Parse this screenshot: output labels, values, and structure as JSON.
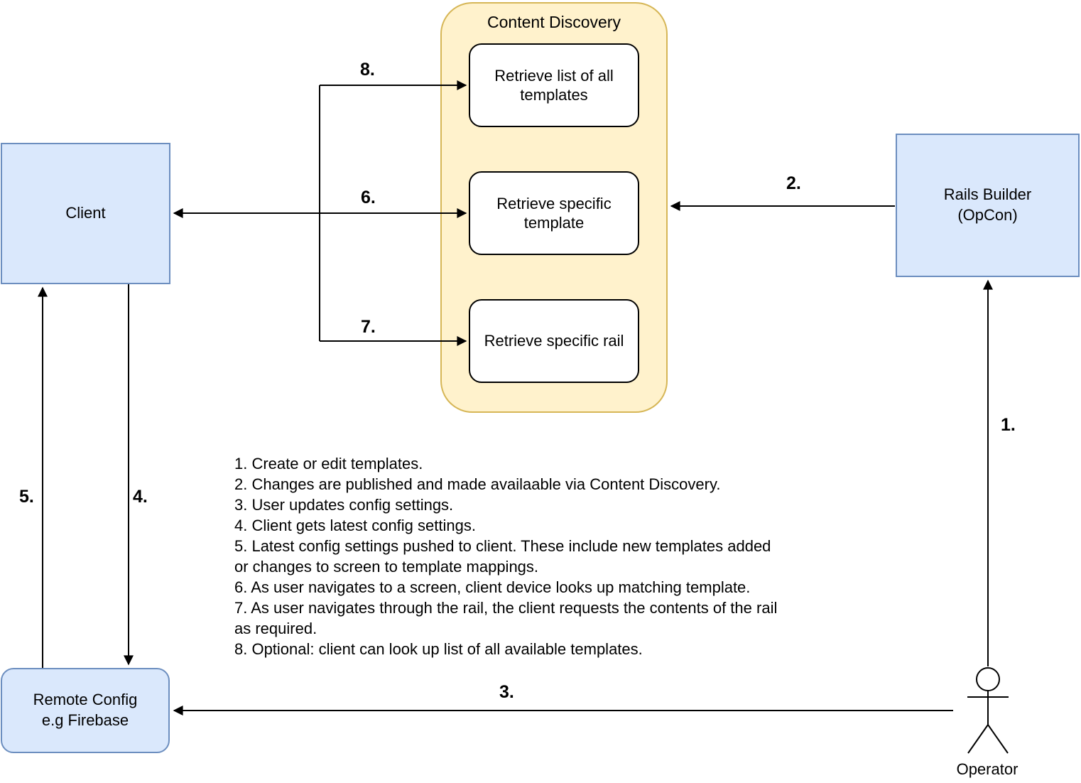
{
  "colors": {
    "node_fill": "#dae8fc",
    "node_border": "#6c8ebf",
    "group_fill": "#fff2cc",
    "group_border": "#d6b656",
    "line": "#000000"
  },
  "group": {
    "title": "Content Discovery",
    "items": {
      "list_all_templates": "Retrieve list of all\ntemplates",
      "specific_template": "Retrieve specific\ntemplate",
      "specific_rail": "Retrieve specific rail"
    }
  },
  "nodes": {
    "client": "Client",
    "rails_builder": "Rails Builder\n(OpCon)",
    "remote_config": "Remote Config\ne.g Firebase",
    "operator": "Operator"
  },
  "arrow_labels": {
    "a1": "1.",
    "a2": "2.",
    "a3": "3.",
    "a4": "4.",
    "a5": "5.",
    "a6": "6.",
    "a7": "7.",
    "a8": "8."
  },
  "notes": {
    "lines": [
      "1. Create or edit templates.",
      "2. Changes are published and made availaable via Content Discovery.",
      "3. User updates config settings.",
      "4. Client gets latest config settings.",
      "5. Latest config settings pushed to client. These include new templates added",
      "or changes to screen to template mappings.",
      "6. As user navigates to a screen, client device looks up matching template.",
      "7. As user navigates through the rail, the client requests the contents of the rail",
      "as required.",
      "8. Optional: client can look up list of all available templates."
    ]
  }
}
